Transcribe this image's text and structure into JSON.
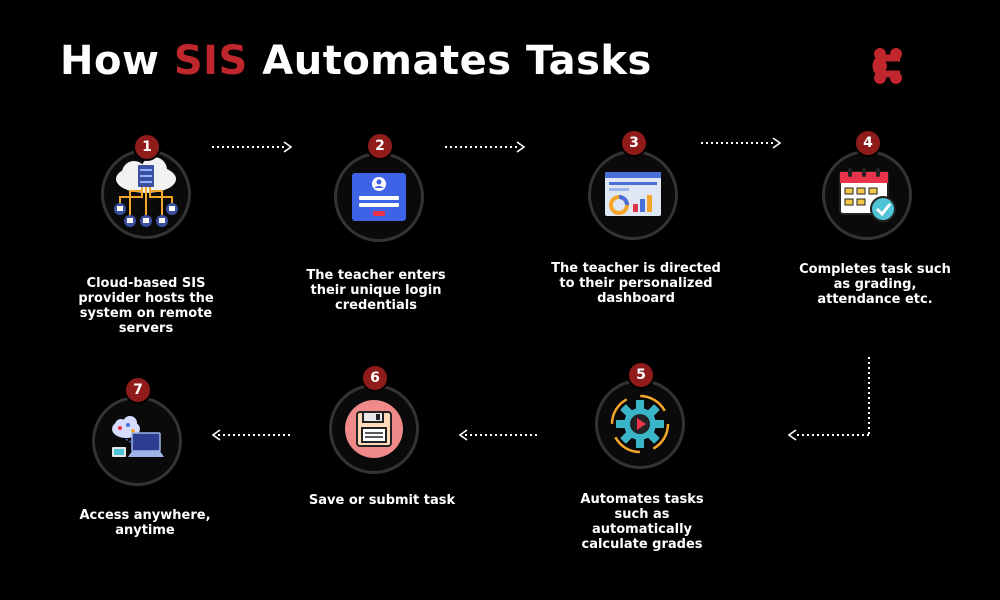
{
  "title": {
    "prefix": "How ",
    "accent": "SIS",
    "suffix": " Automates Tasks"
  },
  "colors": {
    "accent": "#c0272d",
    "badge": "#8f1b1b",
    "background": "#000000"
  },
  "logo": {
    "icon": "brand-logo-icon"
  },
  "steps": [
    {
      "number": "1",
      "icon": "cloud-server-icon",
      "caption": "Cloud-based SIS\nprovider hosts the\nsystem on remote\nservers"
    },
    {
      "number": "2",
      "icon": "login-form-icon",
      "caption": "The teacher enters\ntheir unique login\ncredentials"
    },
    {
      "number": "3",
      "icon": "dashboard-icon",
      "caption": "The teacher is directed\nto their personalized\ndashboard"
    },
    {
      "number": "4",
      "icon": "calendar-check-icon",
      "caption": "Completes task such\nas grading,\nattendance etc."
    },
    {
      "number": "5",
      "icon": "gear-play-icon",
      "caption": "Automates tasks\nsuch as\nautomatically\ncalculate grades"
    },
    {
      "number": "6",
      "icon": "floppy-disk-icon",
      "caption": "Save or submit task"
    },
    {
      "number": "7",
      "icon": "cloud-devices-icon",
      "caption": "Access anywhere,\nanytime"
    }
  ]
}
